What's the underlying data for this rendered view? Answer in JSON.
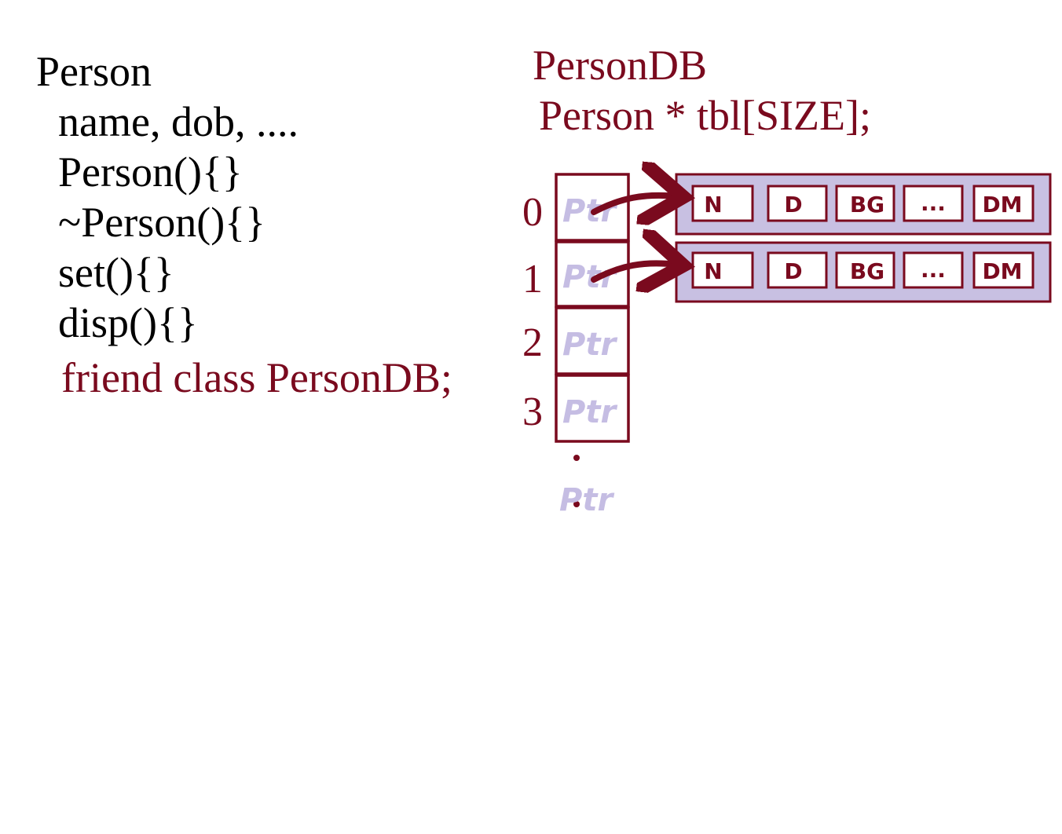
{
  "person_class": {
    "title": "Person",
    "members": [
      "name, dob, ....",
      "Person(){}",
      "~Person(){}",
      "set(){}",
      "disp(){}"
    ],
    "friend": "friend class PersonDB;"
  },
  "persondb": {
    "title": "PersonDB",
    "declaration": "Person * tbl[SIZE];"
  },
  "table": {
    "indices": [
      "0",
      "1",
      "2",
      "3"
    ],
    "cell_label": "Ptr",
    "overflow_label": "Ptr"
  },
  "records": [
    {
      "fields": [
        "N",
        "D",
        "BG",
        "...",
        "DM"
      ]
    },
    {
      "fields": [
        "N",
        "D",
        "BG",
        "...",
        "DM"
      ]
    }
  ],
  "colors": {
    "text": "#000000",
    "accent": "#7a0a1e",
    "ptr_text": "#c5bde3",
    "record_fill": "#c8c0e2"
  }
}
